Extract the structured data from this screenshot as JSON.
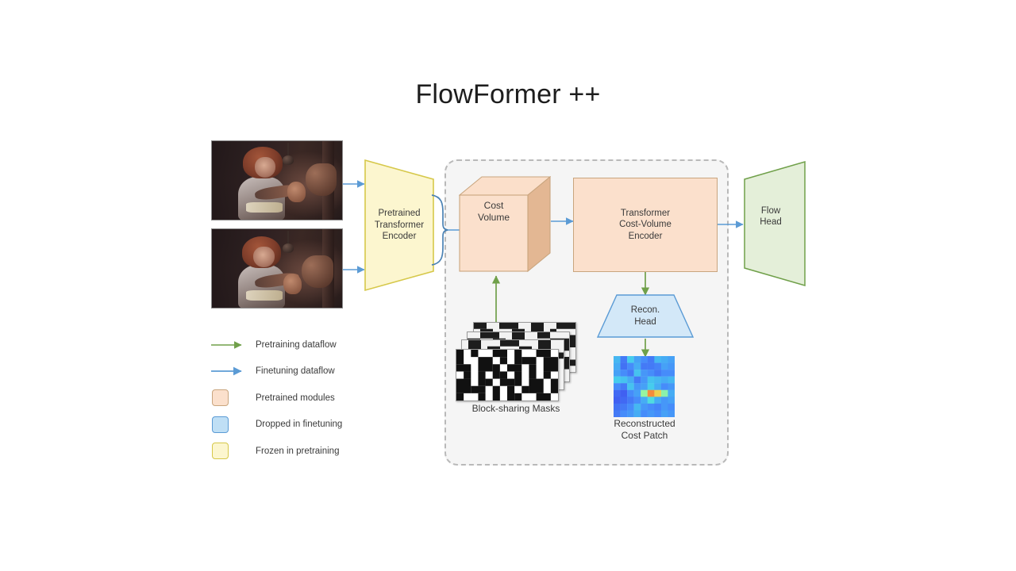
{
  "title": "FlowFormer ++",
  "colors": {
    "pretrained_fill": "#fbe0cc",
    "pretrained_border": "#c9a57e",
    "dropped_fill": "#cfe4f7",
    "dropped_border": "#5b9bd5",
    "frozen_fill": "#fcf6cf",
    "frozen_border": "#d6c84a",
    "flow_head_fill": "#e4efd9",
    "flow_head_border": "#70a04a",
    "pretrain_arrow": "#70a04a",
    "finetune_arrow": "#5b9bd5",
    "container_border": "#b9b9b9",
    "container_fill": "#f5f5f5"
  },
  "inputs": {
    "frame_1_name": "input-frame-1",
    "frame_2_name": "input-frame-2"
  },
  "blocks": {
    "encoder": {
      "line1": "Pretrained",
      "line2": "Transformer",
      "line3": "Encoder"
    },
    "cost_volume": {
      "line1": "Cost",
      "line2": "Volume"
    },
    "transformer_cost_volume_encoder": {
      "line1": "Transformer",
      "line2": "Cost-Volume",
      "line3": "Encoder"
    },
    "flow_head": {
      "line1": "Flow",
      "line2": "Head"
    },
    "recon_head": {
      "line1": "Recon.",
      "line2": "Head"
    },
    "masks_caption": "Block-sharing Masks",
    "patch_caption": {
      "line1": "Reconstructed",
      "line2": "Cost Patch"
    }
  },
  "legend": {
    "items": [
      {
        "type": "arrow",
        "color": "#70a04a",
        "label": "Pretraining dataflow",
        "name": "legend-pretraining-dataflow"
      },
      {
        "type": "arrow",
        "color": "#5b9bd5",
        "label": "Finetuning dataflow",
        "name": "legend-finetuning-dataflow"
      },
      {
        "type": "swatch",
        "fill": "#fbe0cc",
        "border": "#c9a57e",
        "label": "Pretrained modules",
        "name": "legend-pretrained-modules"
      },
      {
        "type": "swatch",
        "fill": "#bfdff5",
        "border": "#5b9bd5",
        "label": "Dropped in finetuning",
        "name": "legend-dropped-in-finetuning"
      },
      {
        "type": "swatch",
        "fill": "#fcf6cf",
        "border": "#d6c84a",
        "label": "Frozen in pretraining",
        "name": "legend-frozen-in-pretraining"
      }
    ]
  },
  "chart_data": {
    "type": "heatmap",
    "title": "Reconstructed Cost Patch",
    "rows": 9,
    "cols": 9,
    "colorscale": "jet",
    "values": [
      [
        0.42,
        0.3,
        0.46,
        0.38,
        0.34,
        0.3,
        0.42,
        0.4,
        0.38
      ],
      [
        0.4,
        0.28,
        0.34,
        0.4,
        0.3,
        0.3,
        0.32,
        0.38,
        0.36
      ],
      [
        0.38,
        0.34,
        0.3,
        0.44,
        0.36,
        0.34,
        0.3,
        0.34,
        0.34
      ],
      [
        0.46,
        0.44,
        0.4,
        0.3,
        0.36,
        0.44,
        0.42,
        0.4,
        0.42
      ],
      [
        0.34,
        0.3,
        0.44,
        0.36,
        0.38,
        0.46,
        0.4,
        0.34,
        0.36
      ],
      [
        0.26,
        0.24,
        0.34,
        0.38,
        0.62,
        0.86,
        0.78,
        0.6,
        0.4
      ],
      [
        0.24,
        0.26,
        0.3,
        0.34,
        0.4,
        0.5,
        0.4,
        0.36,
        0.38
      ],
      [
        0.28,
        0.3,
        0.34,
        0.42,
        0.36,
        0.34,
        0.32,
        0.36,
        0.34
      ],
      [
        0.3,
        0.34,
        0.36,
        0.4,
        0.34,
        0.36,
        0.34,
        0.38,
        0.36
      ]
    ]
  }
}
